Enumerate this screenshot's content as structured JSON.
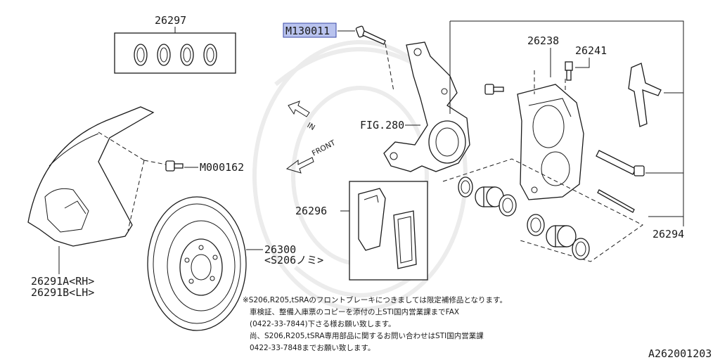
{
  "labels": {
    "snap_ring_kit": "26297",
    "bolt_highlighted": "M130011",
    "bleeder": "26238",
    "bleeder_cap": "26241",
    "knuckle_ref": "FIG.280",
    "dir_in": "IN",
    "dir_front": "FRONT",
    "bolt_shield": "M000162",
    "pad_set": "26296",
    "caliper_assy": "26294",
    "rotor": "26300",
    "rotor_note": "<S206ノミ>",
    "shield_rh": "26291A<RH>",
    "shield_lh": "26291B<LH>",
    "figure_id": "A262001203"
  },
  "notes": [
    "※S206,R205,tSRAのフロントブレーキにつきましては限定補修品となります。",
    "車検証、整備入庫票のコピーを添付の上STI国内営業課までFAX",
    "(0422-33-7844)下さる様お願い致します。",
    "尚、S206,R205,tSRA専用部品に関するお問い合わせはSTI国内営業課",
    "0422-33-7848までお願い致します。"
  ],
  "colors": {
    "highlight_fill": "#b9c3ee",
    "highlight_stroke": "#3a4aa8",
    "ink": "#1a1a1a"
  }
}
